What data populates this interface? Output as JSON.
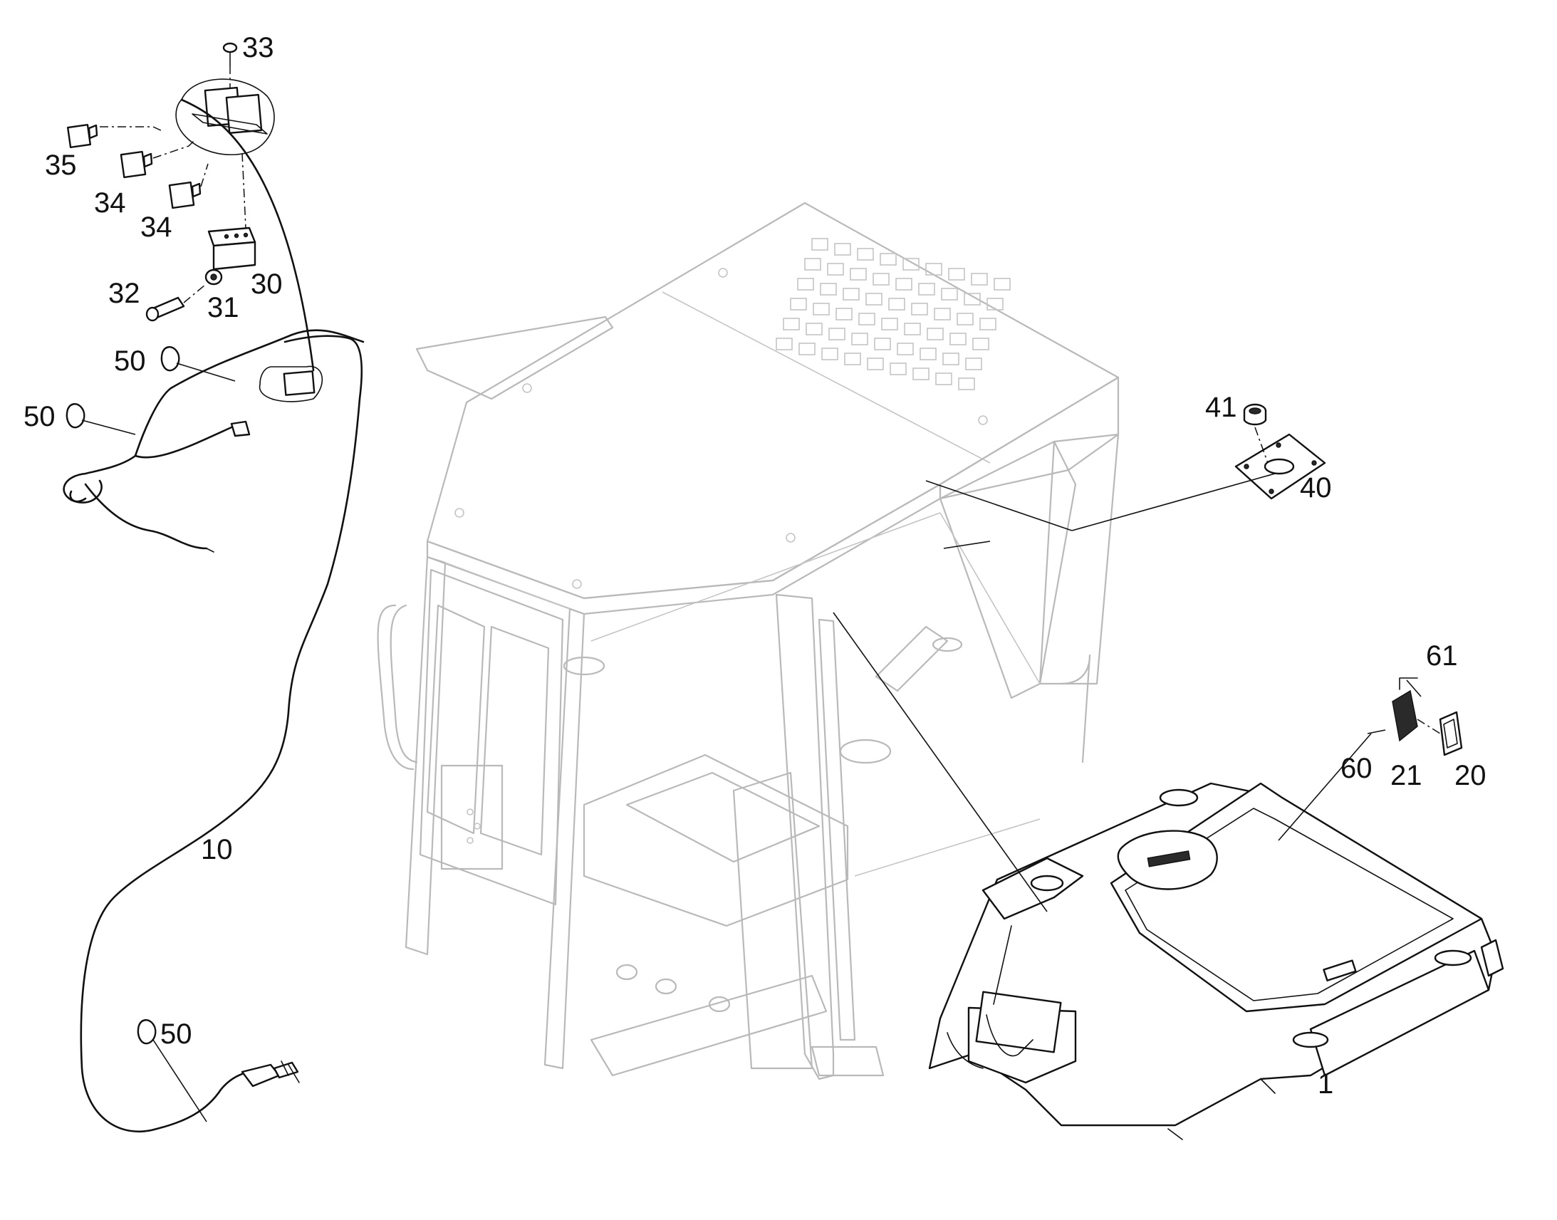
{
  "callouts": {
    "c1": "1",
    "c10": "10",
    "c20": "20",
    "c21": "21",
    "c30": "30",
    "c31": "31",
    "c32": "32",
    "c33": "33",
    "c34a": "34",
    "c34b": "34",
    "c35": "35",
    "c40": "40",
    "c41": "41",
    "c50a": "50",
    "c50b": "50",
    "c50c": "50",
    "c60": "60",
    "c61": "61"
  },
  "colors": {
    "part_stroke": "#111111",
    "ghost_stroke": "#b9b9b9",
    "background": "#ffffff"
  }
}
